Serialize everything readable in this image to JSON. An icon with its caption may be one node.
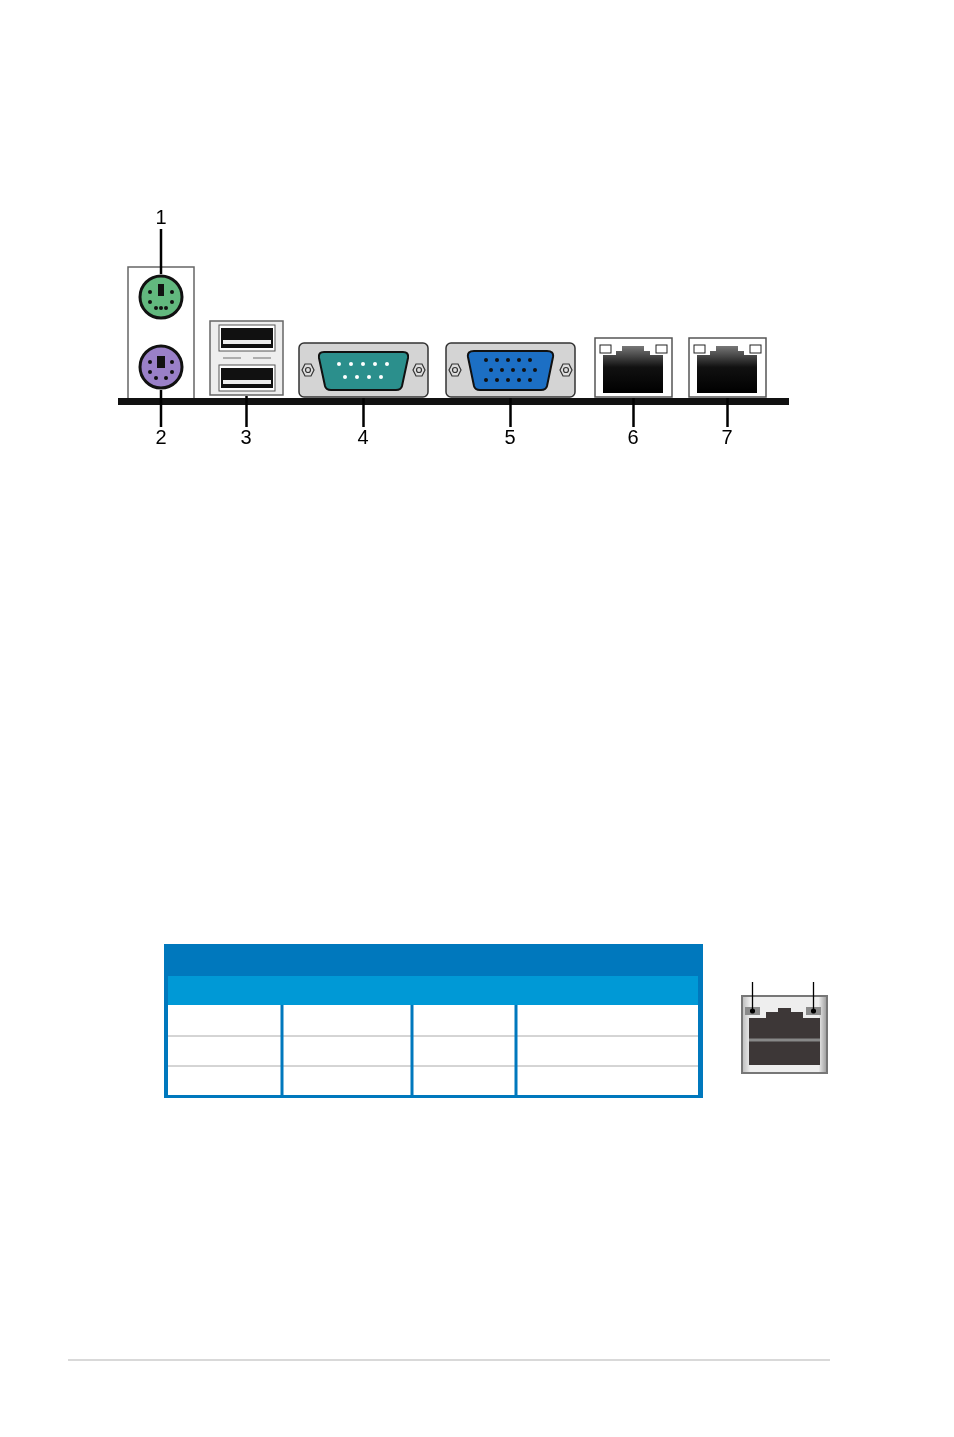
{
  "diagram": {
    "nodes": [
      {
        "text": [
          "1"
        ]
      },
      {
        "text": [
          "2"
        ]
      },
      {
        "text": [
          "3"
        ]
      },
      {
        "text": [
          "4"
        ]
      },
      {
        "text": [
          "5"
        ]
      },
      {
        "text": [
          "6"
        ]
      },
      {
        "text": [
          "7"
        ]
      },
      {
        "text": [],
        "shape": "picture"
      },
      {
        "text": [],
        "shape": "picture"
      },
      {
        "text": [],
        "shape": "picture"
      },
      {
        "text": [],
        "shape": "picture"
      },
      {
        "text": [],
        "shape": "picture"
      },
      {
        "text": [],
        "shape": "picture"
      },
      {
        "text": [],
        "shape": "picture"
      },
      {
        "text": [],
        "shape": "box"
      },
      {
        "text": [],
        "shape": "box"
      }
    ],
    "edges": [
      {
        "from": 0,
        "to": 7,
        "arrow": "none"
      },
      {
        "from": 1,
        "to": 8,
        "arrow": "none"
      },
      {
        "from": 2,
        "to": 9,
        "arrow": "none"
      },
      {
        "from": 3,
        "to": 10,
        "arrow": "none"
      },
      {
        "from": 4,
        "to": 11,
        "arrow": "none"
      },
      {
        "from": 5,
        "to": 12,
        "arrow": "none"
      },
      {
        "from": 6,
        "to": 13,
        "arrow": "none"
      },
      {
        "from": null,
        "to": 14,
        "arrow": "other"
      },
      {
        "from": null,
        "to": 15,
        "arrow": "other"
      }
    ]
  }
}
